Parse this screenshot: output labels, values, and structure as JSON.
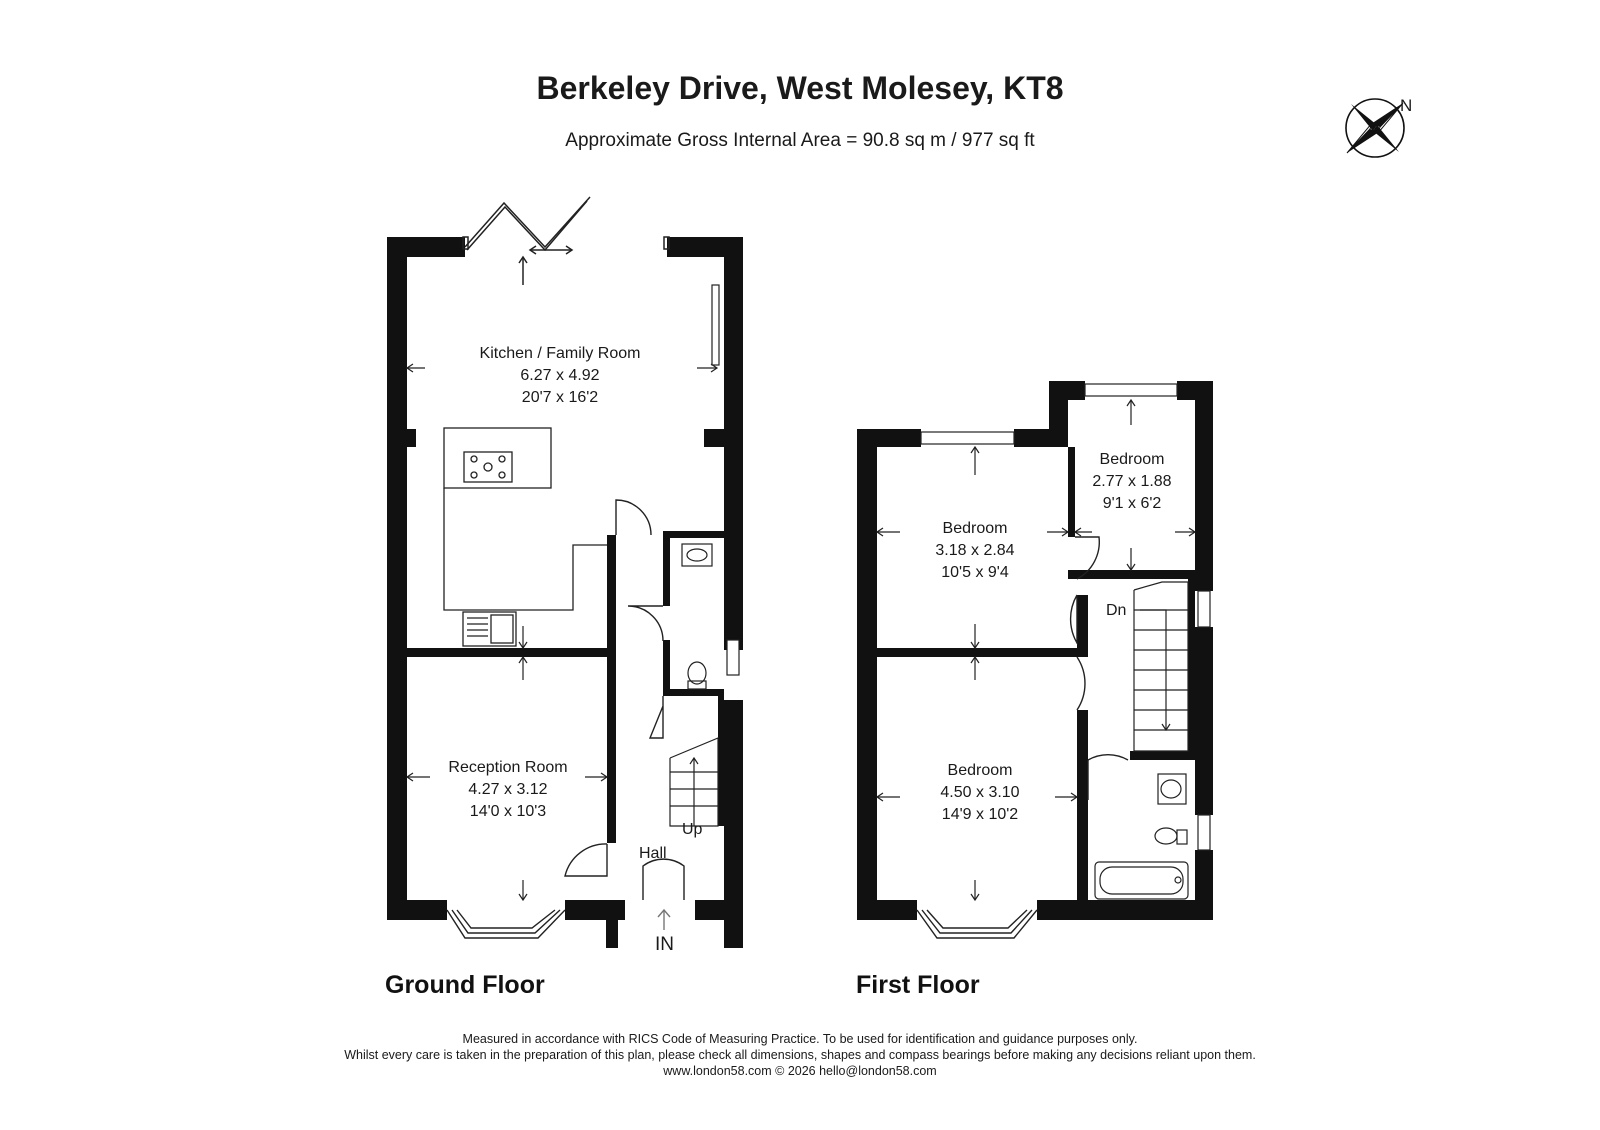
{
  "header": {
    "title": "Berkeley Drive, West Molesey, KT8",
    "subtitle": "Approximate Gross Internal Area = 90.8 sq m / 977 sq ft"
  },
  "compass": {
    "north_label": "N",
    "icon": "compass-rose-icon"
  },
  "ground_floor": {
    "label": "Ground Floor",
    "rooms": [
      {
        "name": "Kitchen / Family Room",
        "metric": "6.27 x 4.92",
        "imperial": "20'7 x 16'2"
      },
      {
        "name": "Reception Room",
        "metric": "4.27 x 3.12",
        "imperial": "14'0 x 10'3"
      }
    ],
    "hall_label": "Hall",
    "stairs_label": "Up",
    "entrance_label": "IN"
  },
  "first_floor": {
    "label": "First Floor",
    "rooms": [
      {
        "name": "Bedroom",
        "metric": "3.18 x 2.84",
        "imperial": "10'5 x 9'4"
      },
      {
        "name": "Bedroom",
        "metric": "2.77 x 1.88",
        "imperial": "9'1 x 6'2"
      },
      {
        "name": "Bedroom",
        "metric": "4.50 x 3.10",
        "imperial": "14'9 x 10'2"
      }
    ],
    "stairs_label": "Dn"
  },
  "footer": {
    "line1": "Measured in accordance with RICS Code of Measuring Practice. To be used for identification and guidance purposes only.",
    "line2": "Whilst every care is taken in the preparation of this plan, please check all dimensions, shapes and compass bearings before making any decisions reliant upon them.",
    "line3": "www.london58.com © 2026 hello@london58.com"
  },
  "colors": {
    "wall": "#111111",
    "line": "#222222",
    "background": "#ffffff"
  }
}
